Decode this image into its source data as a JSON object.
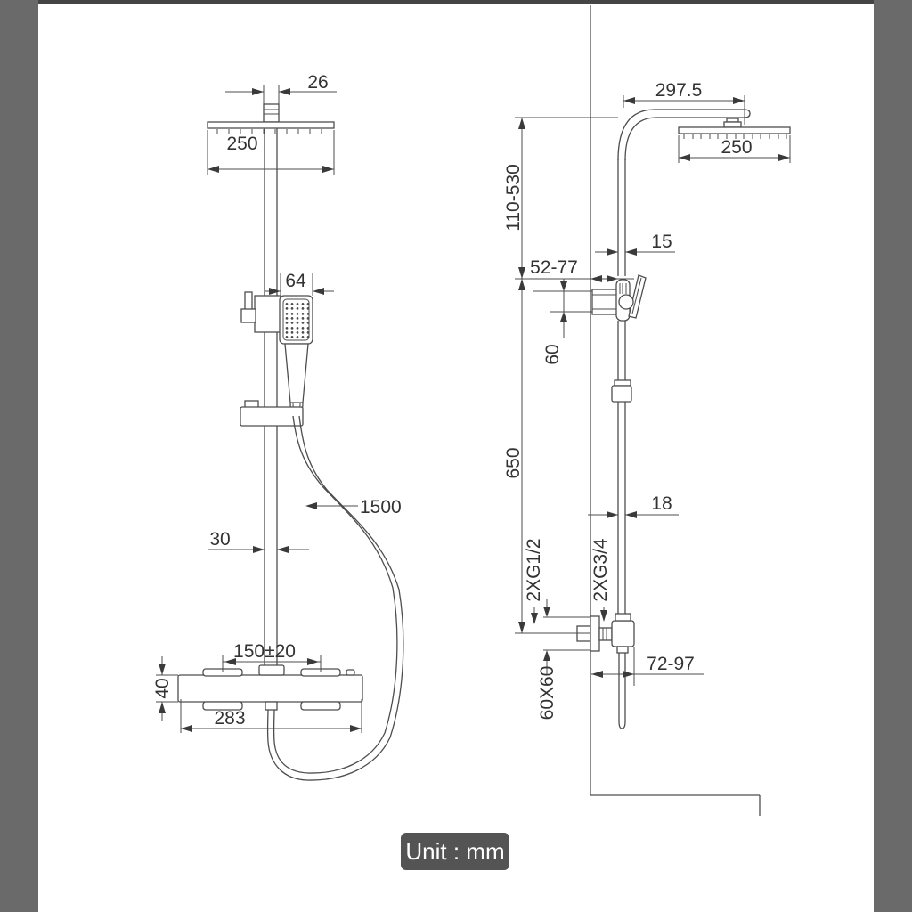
{
  "frame": {
    "sidebar_color": "#6a6a6a",
    "top_strip_color": "#454545",
    "background": "#ffffff",
    "line_color": "#4d4d4d",
    "text_color": "#333333"
  },
  "unit_badge": {
    "label": "Unit : mm",
    "bg": "#545454",
    "fg": "#ffffff"
  },
  "front_view": {
    "dims": {
      "head_connector_width": "26",
      "head_width": "250",
      "hand_shower_width": "64",
      "hose_length": "1500",
      "pole_width": "30",
      "inlet_spacing": "150±20",
      "valve_height": "40",
      "valve_width": "283"
    }
  },
  "side_view": {
    "dims": {
      "arm_length": "297.5",
      "head_depth": "250",
      "upper_height_range": "110-530",
      "upper_pole_depth": "15",
      "bracket_wall_range": "52-77",
      "bracket_offset": "60",
      "mid_height": "650",
      "lower_pole_depth": "18",
      "inlet_thread": "2XG1/2",
      "outlet_thread": "2XG3/4",
      "escutcheon_size": "60X60",
      "valve_wall_range": "72-97"
    }
  }
}
